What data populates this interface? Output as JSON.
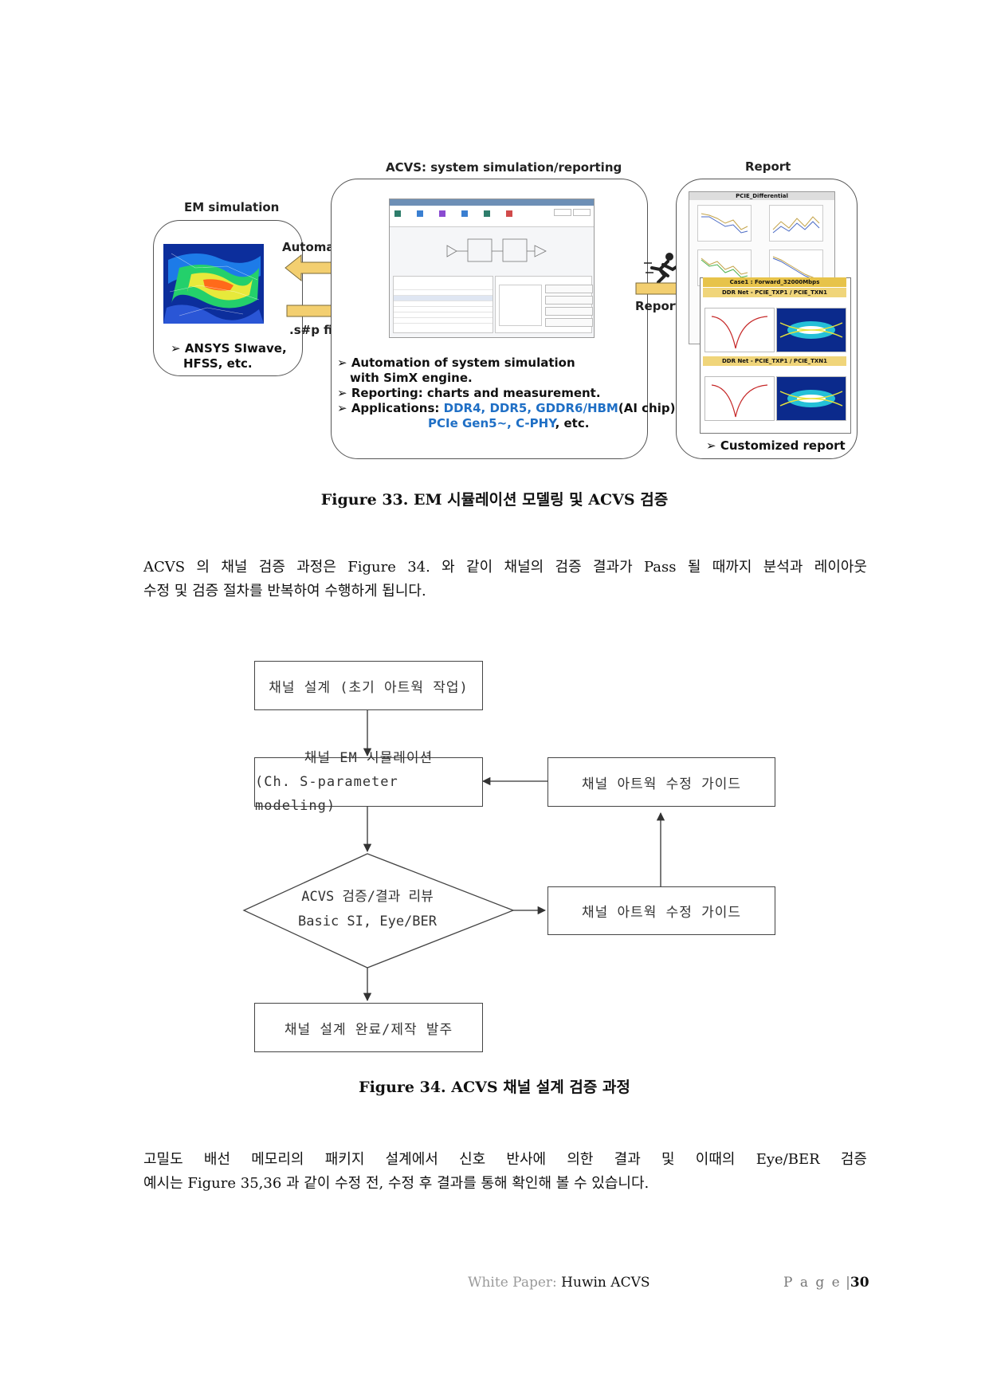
{
  "fig33": {
    "em_title": "EM simulation",
    "acvs_title": "ACVS: system simulation/reporting",
    "report_title": "Report",
    "automation_label": "Automation",
    "sp_files_label": ".s#p files",
    "reporting_label": "Reporting",
    "em_bullets": [
      "ANSYS SIwave,",
      "HFSS, etc."
    ],
    "acvs_bullets": {
      "b1_line1": "Automation of system simulation",
      "b1_line2": "with SimX engine.",
      "b2": "Reporting: charts and measurement.",
      "b3_prefix": "Applications: ",
      "b3_blue": "DDR4, DDR5, GDDR6/HBM",
      "b3_suffix": "(AI chip),",
      "b3_line2_blue": "PCIe Gen5~, C-PHY",
      "b3_line2_suffix": ", etc."
    },
    "report_bullet": "Customized report",
    "bullet_glyph": "➢",
    "caption": "Figure 33. EM 시뮬레이션 모델링 및 ACVS 검증",
    "app_title": "ACVS",
    "report_panel_title": "PCIE_Differential",
    "report_section1": "DDR Net - PCIE_TXP1 / PCIE_TXN1",
    "report_section2": "DDR Net - PCIE_TXP1 / PCIE_TXN1",
    "report_case": "Case1 : Forward_32000Mbps"
  },
  "para1": {
    "line1": "ACVS 의 채널 검증 과정은 Figure 34. 와 같이 채널의 검증 결과가 Pass 될 때까지 분석과 레이아웃",
    "line2": "수정 및 검증 절차를 반복하여 수행하게 됩니다."
  },
  "fig34": {
    "box1": "채널 설계 (초기 아트웍 작업)",
    "box2_line1": "채널 EM 시뮬레이션",
    "box2_line2": "(Ch. S-parameter modeling)",
    "box3": "채널 아트웍 수정 가이드",
    "diamond_line1": "ACVS 검증/결과 리뷰",
    "diamond_line2": "Basic SI, Eye/BER",
    "box4": "채널 아트웍 수정 가이드",
    "box5": "채널 설계 완료/제작 발주",
    "caption": "Figure 34. ACVS 채널 설계 검증 과정"
  },
  "para2": {
    "line1": "고밀도 배선 메모리의 패키지 설계에서 신호 반사에 의한 결과 및 이때의 Eye/BER 검증",
    "line2": "예시는 Figure 35,36 과 같이 수정 전, 수정 후 결과를 통해 확인해 볼 수 있습니다."
  },
  "footer": {
    "prefix": "White Paper: ",
    "name": "Huwin ACVS",
    "page_label": "P a g e",
    "separator": "|",
    "page_number": "30"
  },
  "colors": {
    "arrow_fill": "#f3cf70",
    "blue_text": "#1f6fc5",
    "report_header": "#e7c34a"
  }
}
